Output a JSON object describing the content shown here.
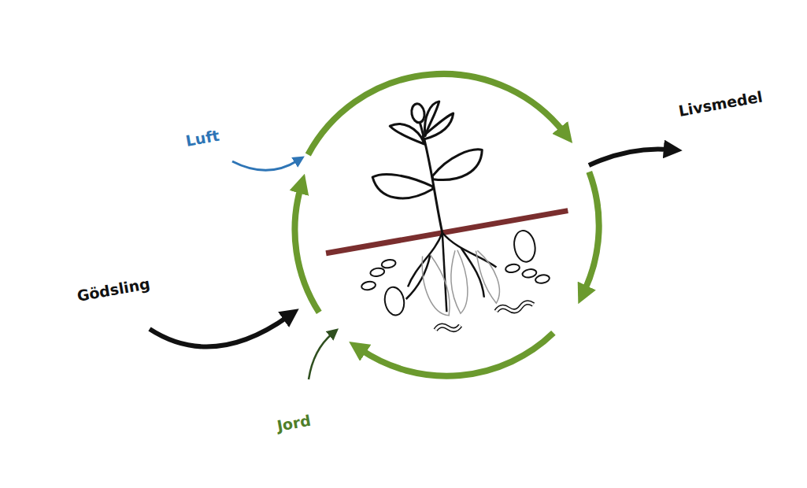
{
  "diagram": {
    "labels": [
      "Luft",
      "Livsmedel",
      "Gödsling",
      "Jord"
    ]
  }
}
